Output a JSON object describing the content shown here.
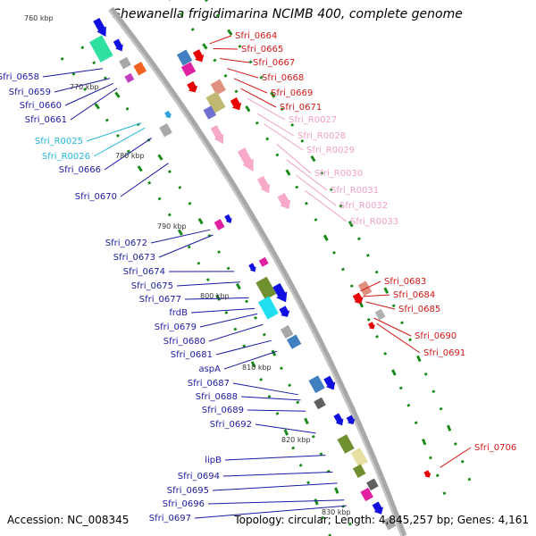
{
  "title": "Shewanella frigidimarina NCIMB 400, complete genome",
  "accession_text": "Accession: NC_008345",
  "topology_text": "Topology: circular; Length: 4,845,257 bp; Genes: 4,161",
  "colors": {
    "left_label": "#1a1aa0",
    "left_rna_label": "#22b8d8",
    "right_label": "#d01818",
    "right_rna_label": "#f0a0c8",
    "backbone": "#a8a8a8",
    "tick": "#1a8a1a",
    "feature_blue": "#1010e0",
    "feature_red": "#e80000",
    "feature_pink": "#f8a8c8"
  },
  "kbp_marks": [
    {
      "label": "760 kbp",
      "kbp": 760
    },
    {
      "label": "770 kbp",
      "kbp": 770
    },
    {
      "label": "780 kbp",
      "kbp": 780
    },
    {
      "label": "790 kbp",
      "kbp": 790
    },
    {
      "label": "800 kbp",
      "kbp": 800
    },
    {
      "label": "810 kbp",
      "kbp": 810
    },
    {
      "label": "820 kbp",
      "kbp": 820
    },
    {
      "label": "830 kbp",
      "kbp": 830
    }
  ],
  "left_labels": [
    {
      "text": "Sfri_0658",
      "kind": "gene"
    },
    {
      "text": "Sfri_0659",
      "kind": "gene"
    },
    {
      "text": "Sfri_0660",
      "kind": "gene"
    },
    {
      "text": "Sfri_0661",
      "kind": "gene"
    },
    {
      "text": "Sfri_R0025",
      "kind": "rna"
    },
    {
      "text": "Sfri_R0026",
      "kind": "rna"
    },
    {
      "text": "Sfri_0666",
      "kind": "gene"
    },
    {
      "text": "Sfri_0670",
      "kind": "gene"
    },
    {
      "text": "Sfri_0672",
      "kind": "gene"
    },
    {
      "text": "Sfri_0673",
      "kind": "gene"
    },
    {
      "text": "Sfri_0674",
      "kind": "gene"
    },
    {
      "text": "Sfri_0675",
      "kind": "gene"
    },
    {
      "text": "Sfri_0677",
      "kind": "gene"
    },
    {
      "text": "frdB",
      "kind": "gene"
    },
    {
      "text": "Sfri_0679",
      "kind": "gene"
    },
    {
      "text": "Sfri_0680",
      "kind": "gene"
    },
    {
      "text": "Sfri_0681",
      "kind": "gene"
    },
    {
      "text": "aspA",
      "kind": "gene"
    },
    {
      "text": "Sfri_0687",
      "kind": "gene"
    },
    {
      "text": "Sfri_0688",
      "kind": "gene"
    },
    {
      "text": "Sfri_0689",
      "kind": "gene"
    },
    {
      "text": "Sfri_0692",
      "kind": "gene"
    },
    {
      "text": "lipB",
      "kind": "gene"
    },
    {
      "text": "Sfri_0694",
      "kind": "gene"
    },
    {
      "text": "Sfri_0695",
      "kind": "gene"
    },
    {
      "text": "Sfri_0696",
      "kind": "gene"
    },
    {
      "text": "Sfri_0697",
      "kind": "gene"
    }
  ],
  "right_labels": [
    {
      "text": "Sfri_0664",
      "kind": "gene"
    },
    {
      "text": "Sfri_0665",
      "kind": "gene"
    },
    {
      "text": "Sfri_0667",
      "kind": "gene"
    },
    {
      "text": "Sfri_0668",
      "kind": "gene"
    },
    {
      "text": "Sfri_0669",
      "kind": "gene"
    },
    {
      "text": "Sfri_0671",
      "kind": "gene"
    },
    {
      "text": "Sfri_R0027",
      "kind": "rna"
    },
    {
      "text": "Sfri_R0028",
      "kind": "rna"
    },
    {
      "text": "Sfri_R0029",
      "kind": "rna"
    },
    {
      "text": "Sfri_R0030",
      "kind": "rna"
    },
    {
      "text": "Sfri_R0031",
      "kind": "rna"
    },
    {
      "text": "Sfri_R0032",
      "kind": "rna"
    },
    {
      "text": "Sfri_R0033",
      "kind": "rna"
    },
    {
      "text": "Sfri_0683",
      "kind": "gene"
    },
    {
      "text": "Sfri_0684",
      "kind": "gene"
    },
    {
      "text": "Sfri_0685",
      "kind": "gene"
    },
    {
      "text": "Sfri_0690",
      "kind": "gene"
    },
    {
      "text": "Sfri_0691",
      "kind": "gene"
    },
    {
      "text": "Sfri_0706",
      "kind": "gene"
    }
  ]
}
